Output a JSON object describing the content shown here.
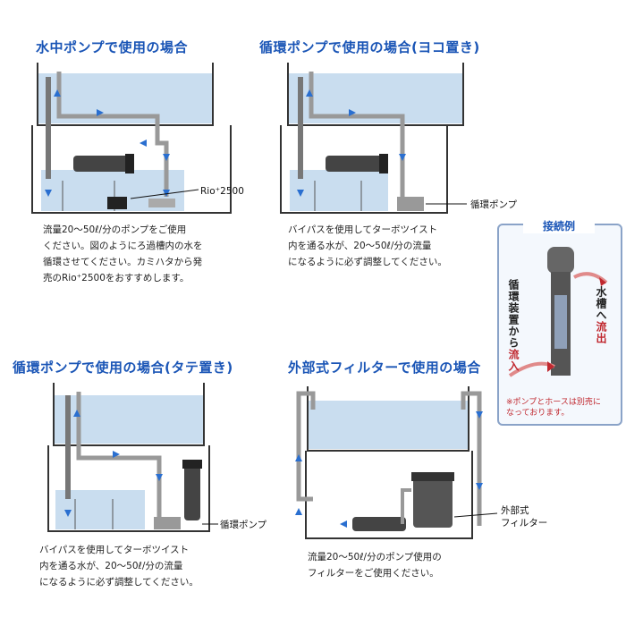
{
  "panels": {
    "p1": {
      "heading": "水中ポンプで使用の場合",
      "label": "Rio⁺2500",
      "desc": "流量20～50ℓ/分のポンプをご使用\nください。図のようにろ過槽内の水を\n循環させてください。カミハタから発\n売のRio⁺2500をおすすめします。"
    },
    "p2": {
      "heading": "循環ポンプで使用の場合(ヨコ置き)",
      "label": "循環ポンプ",
      "desc": "バイパスを使用してターボツイスト\n内を通る水が、20～50ℓ/分の流量\nになるように必ず調整してください。"
    },
    "p3": {
      "heading": "循環ポンプで使用の場合(タテ置き)",
      "label": "循環ポンプ",
      "desc": "バイパスを使用してターボツイスト\n内を通る水が、20～50ℓ/分の流量\nになるように必ず調整してください。"
    },
    "p4": {
      "heading": "外部式フィルターで使用の場合",
      "label": "外部式\nフィルター",
      "desc": "流量20～50ℓ/分のポンプ使用の\nフィルターをご使用ください。"
    }
  },
  "connection": {
    "title": "接続例",
    "inflow_prefix": "循環装置から",
    "inflow_emph": "流入",
    "outflow_prefix": "水槽へ",
    "outflow_emph": "流出",
    "note": "※ポンプとホースは別売に\nなっております。"
  },
  "colors": {
    "heading": "#1a55b6",
    "water": "#c9ddef",
    "arrow": "#2a6fd0",
    "tank_line": "#333333",
    "accent_red": "#c0282f"
  }
}
